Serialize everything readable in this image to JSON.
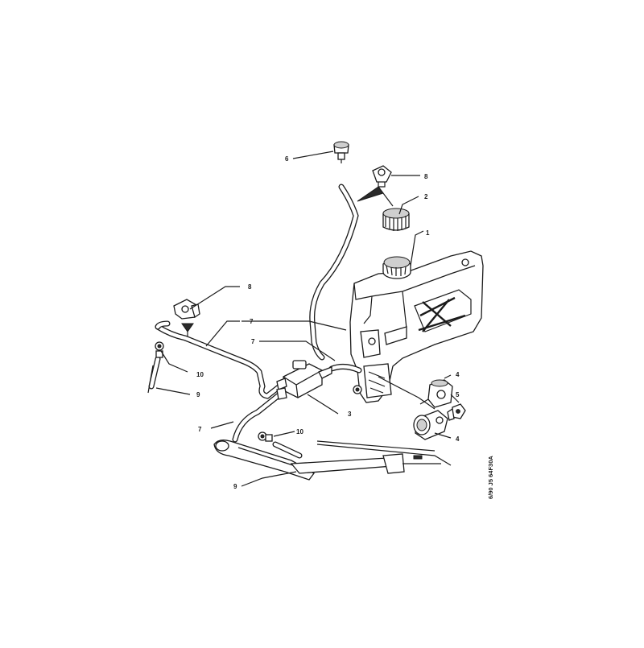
{
  "diagram": {
    "code": "6/90  J5  64F30A",
    "callouts": {
      "tank": "1",
      "filler_cap": "2",
      "pump": "3",
      "motor_upper": "4",
      "motor_lower": "4",
      "washer_nut": "5",
      "jet": "6",
      "hose_upper": "7",
      "hose_mid": "7",
      "hose_lower": "7",
      "clip_right": "8",
      "clip_left": "8",
      "arm_left": "9",
      "arm_bottom": "9",
      "screw_left": "10",
      "screw_bottom": "10"
    }
  }
}
